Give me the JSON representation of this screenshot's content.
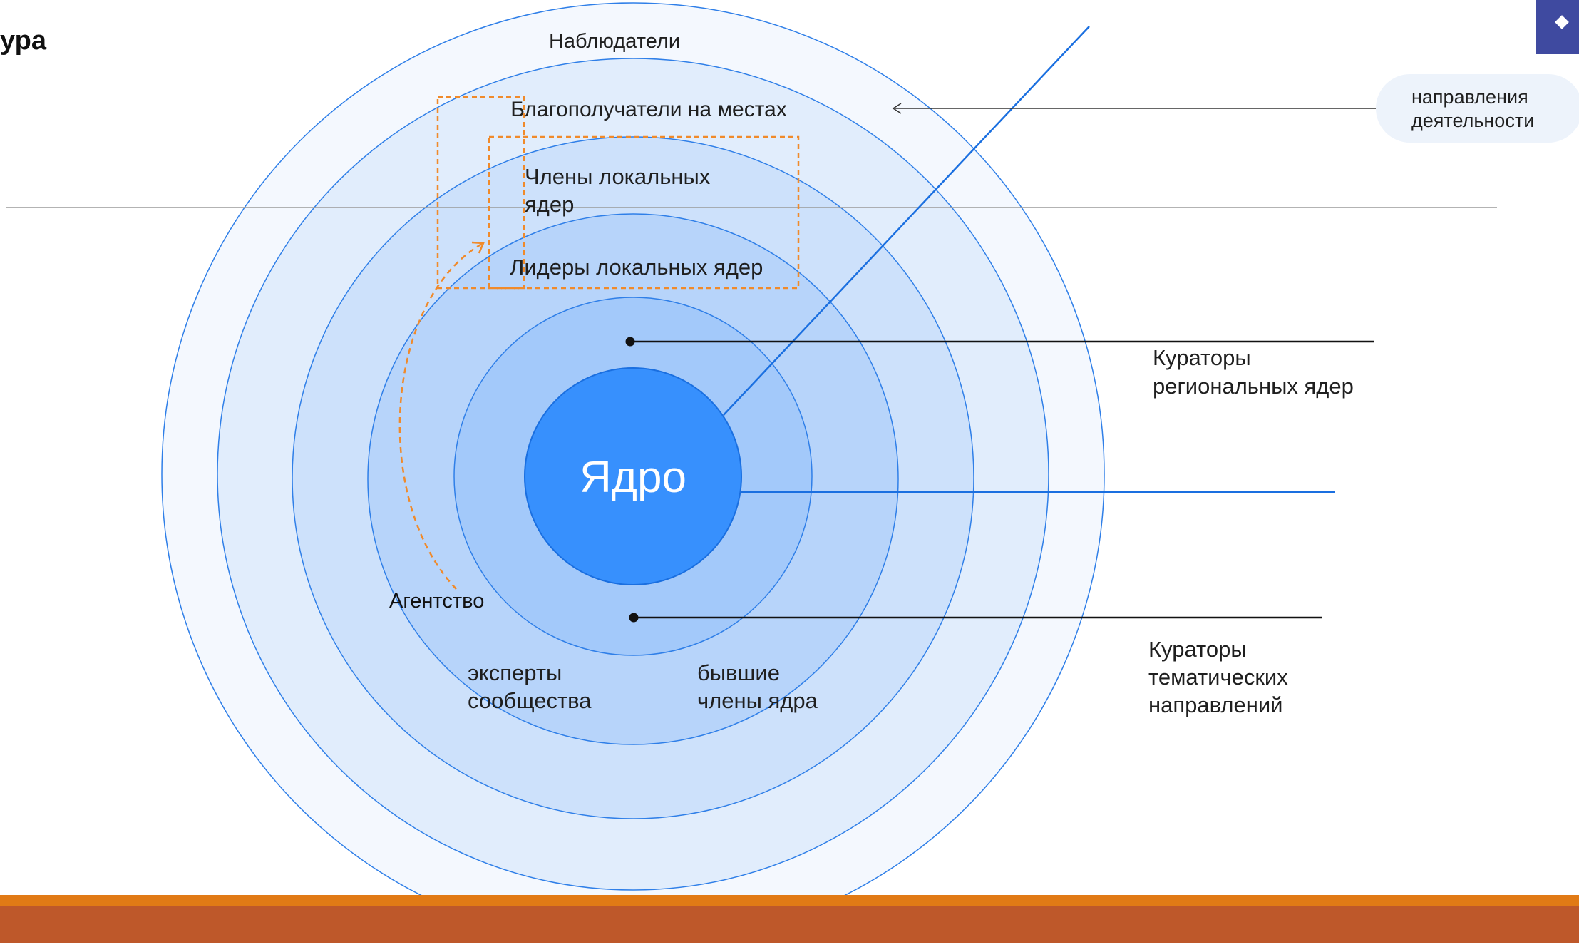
{
  "page": {
    "title_fragment": "ура"
  },
  "diagram": {
    "rings": [
      {
        "id": "observers",
        "label": "Наблюдатели"
      },
      {
        "id": "beneficiaries",
        "label": "Благополучатели на местах"
      },
      {
        "id": "local-members",
        "label": "Члены локальных\nядер"
      },
      {
        "id": "local-leaders",
        "label": "Лидеры локальных ядер"
      },
      {
        "id": "experts",
        "label": "эксперты\nсообщества"
      },
      {
        "id": "former-members",
        "label": "бывшие\nчлены ядра"
      }
    ],
    "core": {
      "label": "Ядро"
    },
    "agency": {
      "label": "Агентство"
    },
    "pill": {
      "label": "направления\nдеятельности"
    },
    "callouts": {
      "regional_curators": "Кураторы\nрегиональных ядер",
      "thematic_curators": "Кураторы\nтематических\nнаправлений"
    }
  },
  "colors": {
    "ring_1": "#f4f8fe",
    "ring_2": "#e1edfc",
    "ring_3": "#cde1fb",
    "ring_4": "#b7d4fa",
    "ring_5": "#a3c9fa",
    "ring_6": "#8ebdfb",
    "core": "#3790fd",
    "ring_stroke": "#2f7fe8",
    "accent_line": "#1a6fe0",
    "dashed_orange": "#f08a2a",
    "bottom_bar_top": "#e17a15",
    "bottom_bar": "#be582a",
    "logo": "#3f4aa0"
  }
}
